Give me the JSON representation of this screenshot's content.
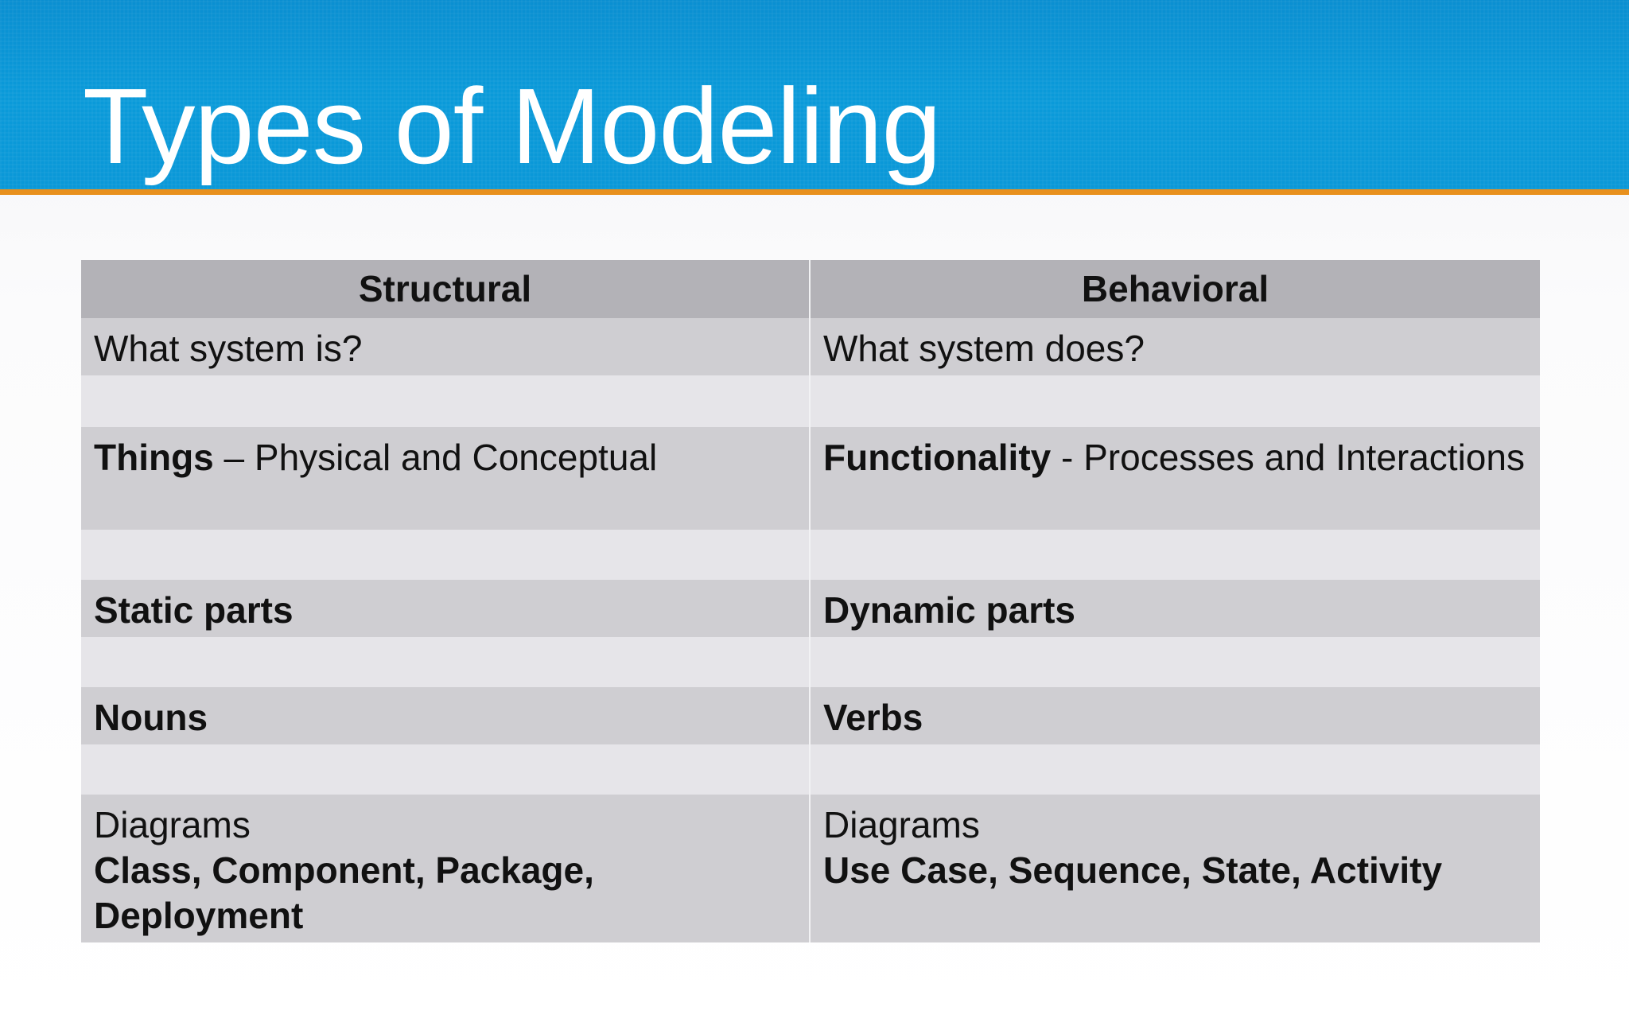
{
  "title": "Types of Modeling",
  "colors": {
    "header_blue": "#0a98d8",
    "accent_orange": "#e8901d",
    "table_header": "#b3b2b7",
    "row_dark": "#cfced2",
    "row_light": "#e6e5e9"
  },
  "table": {
    "headers": [
      "Structural",
      "Behavioral"
    ],
    "rows": [
      {
        "structural": {
          "text": "What system is?"
        },
        "behavioral": {
          "text": "What system does?"
        }
      },
      {
        "structural": {
          "bold": "Things",
          "rest": " – Physical and Conceptual"
        },
        "behavioral": {
          "bold": "Functionality",
          "rest": " - Processes and Interactions"
        }
      },
      {
        "structural": {
          "bold": "Static parts"
        },
        "behavioral": {
          "bold": "Dynamic parts"
        }
      },
      {
        "structural": {
          "bold": "Nouns"
        },
        "behavioral": {
          "bold": "Verbs"
        }
      },
      {
        "structural": {
          "text": "Diagrams",
          "bold": "Class, Component, Package, Deployment"
        },
        "behavioral": {
          "text": "Diagrams",
          "bold": "Use Case, Sequence, State, Activity"
        }
      }
    ]
  }
}
